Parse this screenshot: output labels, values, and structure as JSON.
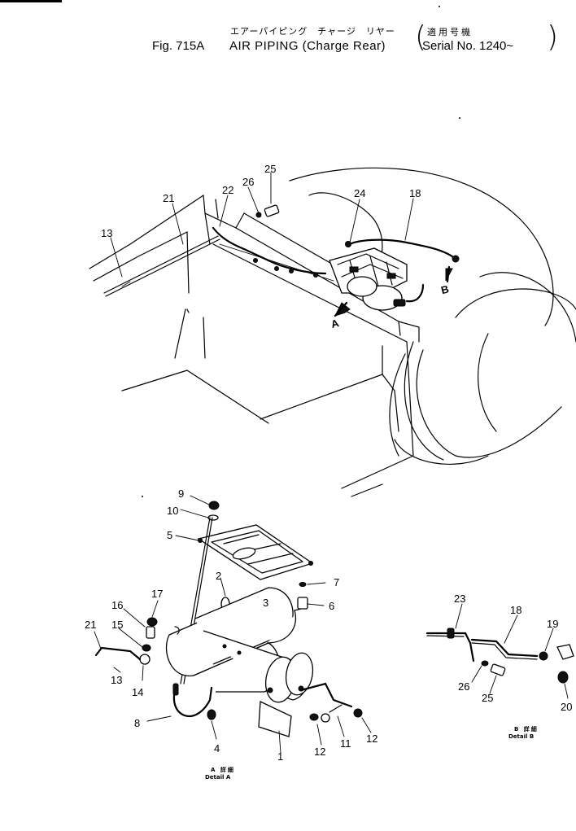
{
  "header": {
    "title_jp": "エアーパイピング　チャージ　リヤー",
    "serial_jp": "適用号機",
    "fig_label": "Fig. 715A",
    "title_en": "AIR  PIPING (Charge Rear)",
    "serial_en": "Serial No. 1240~",
    "paren_left": "(",
    "paren_right": ")"
  },
  "view_arrows": {
    "a": "A",
    "b": "B"
  },
  "callouts": {
    "main": {
      "p13": "13",
      "p21": "21",
      "p22": "22",
      "p26": "26",
      "p25": "25",
      "p24": "24",
      "p18": "18"
    },
    "detail_a": {
      "p9": "9",
      "p10": "10",
      "p5": "5",
      "p7": "7",
      "p6": "6",
      "p2": "2",
      "p3": "3",
      "p17": "17",
      "p16": "16",
      "p15": "15",
      "p21": "21",
      "p13": "13",
      "p14": "14",
      "p8": "8",
      "p4": "4",
      "p1": "1",
      "p12a": "12",
      "p11": "11",
      "p12b": "12"
    },
    "detail_b": {
      "p23": "23",
      "p18": "18",
      "p19": "19",
      "p26": "26",
      "p25": "25",
      "p20": "20"
    }
  },
  "detail_labels": {
    "a_jp": "A 詳細",
    "a_en": "Detail  A",
    "b_jp": "B 詳細",
    "b_en": "Detail  B"
  }
}
